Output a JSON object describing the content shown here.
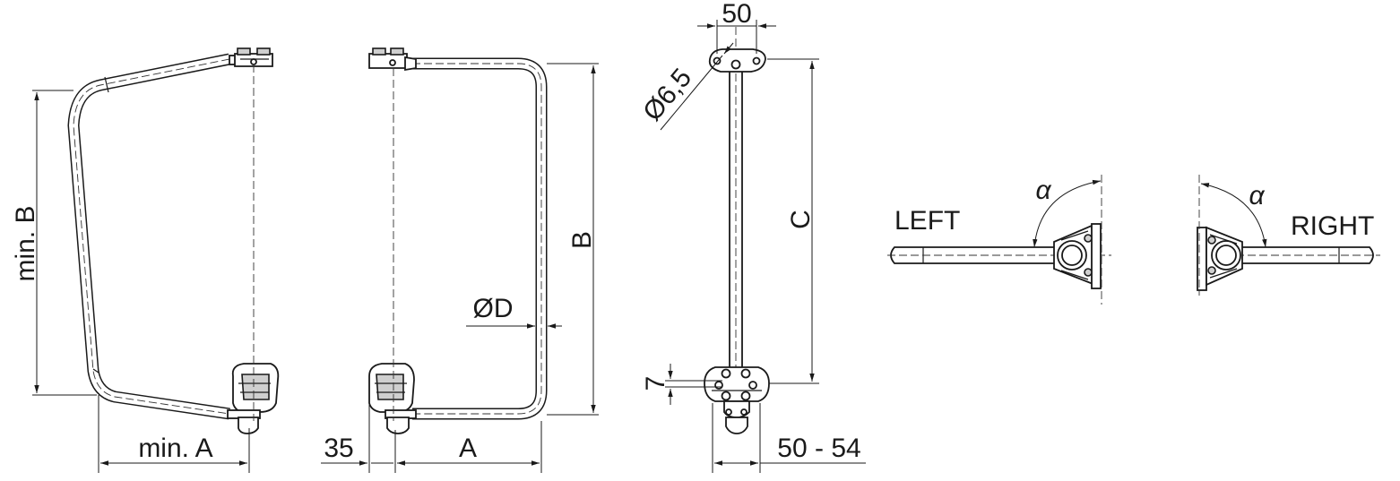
{
  "labels": {
    "min_a": "min. A",
    "min_b": "min. B",
    "a": "A",
    "b": "B",
    "c": "C",
    "d": "ØD",
    "offset_35": "35",
    "width_50": "50",
    "hole": "Ø6,5",
    "height_7": "7",
    "range_50_54": "50 - 54",
    "left": "LEFT",
    "right": "RIGHT",
    "alpha": "α"
  }
}
